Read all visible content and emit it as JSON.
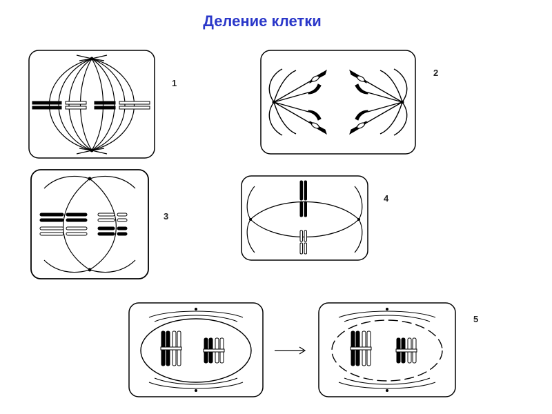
{
  "title": "Деление клетки",
  "labels": {
    "p1": "1",
    "p2": "2",
    "p3": "3",
    "p4": "4",
    "p5": "5"
  }
}
